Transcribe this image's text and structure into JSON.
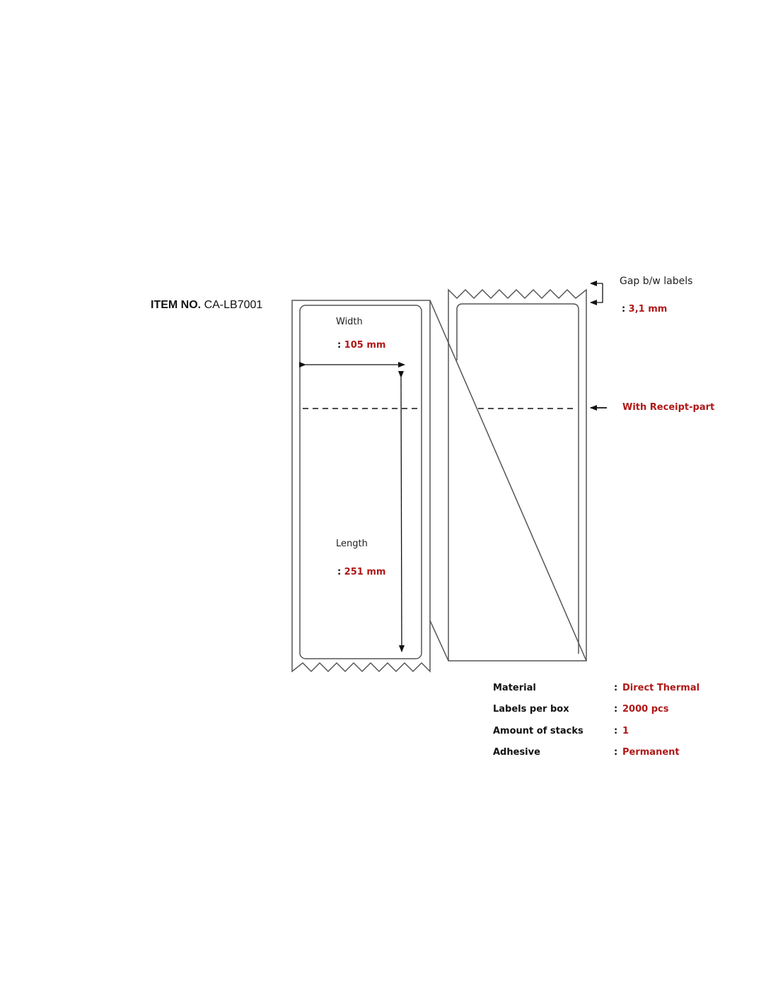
{
  "item": {
    "label": "ITEM NO.",
    "number": "CA-LB7001"
  },
  "width": {
    "label": "Width",
    "colon": ":",
    "value": "105 mm"
  },
  "length": {
    "label": "Length",
    "colon": ":",
    "value": "251 mm"
  },
  "gap": {
    "label": "Gap b/w labels",
    "colon": ":",
    "value": "3,1 mm"
  },
  "receipt": {
    "label": "With Receipt-part"
  },
  "specs": [
    {
      "key": "Material",
      "colon": ":",
      "value": "Direct Thermal"
    },
    {
      "key": "Labels per box",
      "colon": ":",
      "value": "2000 pcs"
    },
    {
      "key": "Amount of stacks",
      "colon": ":",
      "value": "1"
    },
    {
      "key": "Adhesive",
      "colon": ":",
      "value": "Permanent"
    }
  ],
  "colors": {
    "accent": "#b01818",
    "line": "#555555",
    "text": "#111111"
  }
}
